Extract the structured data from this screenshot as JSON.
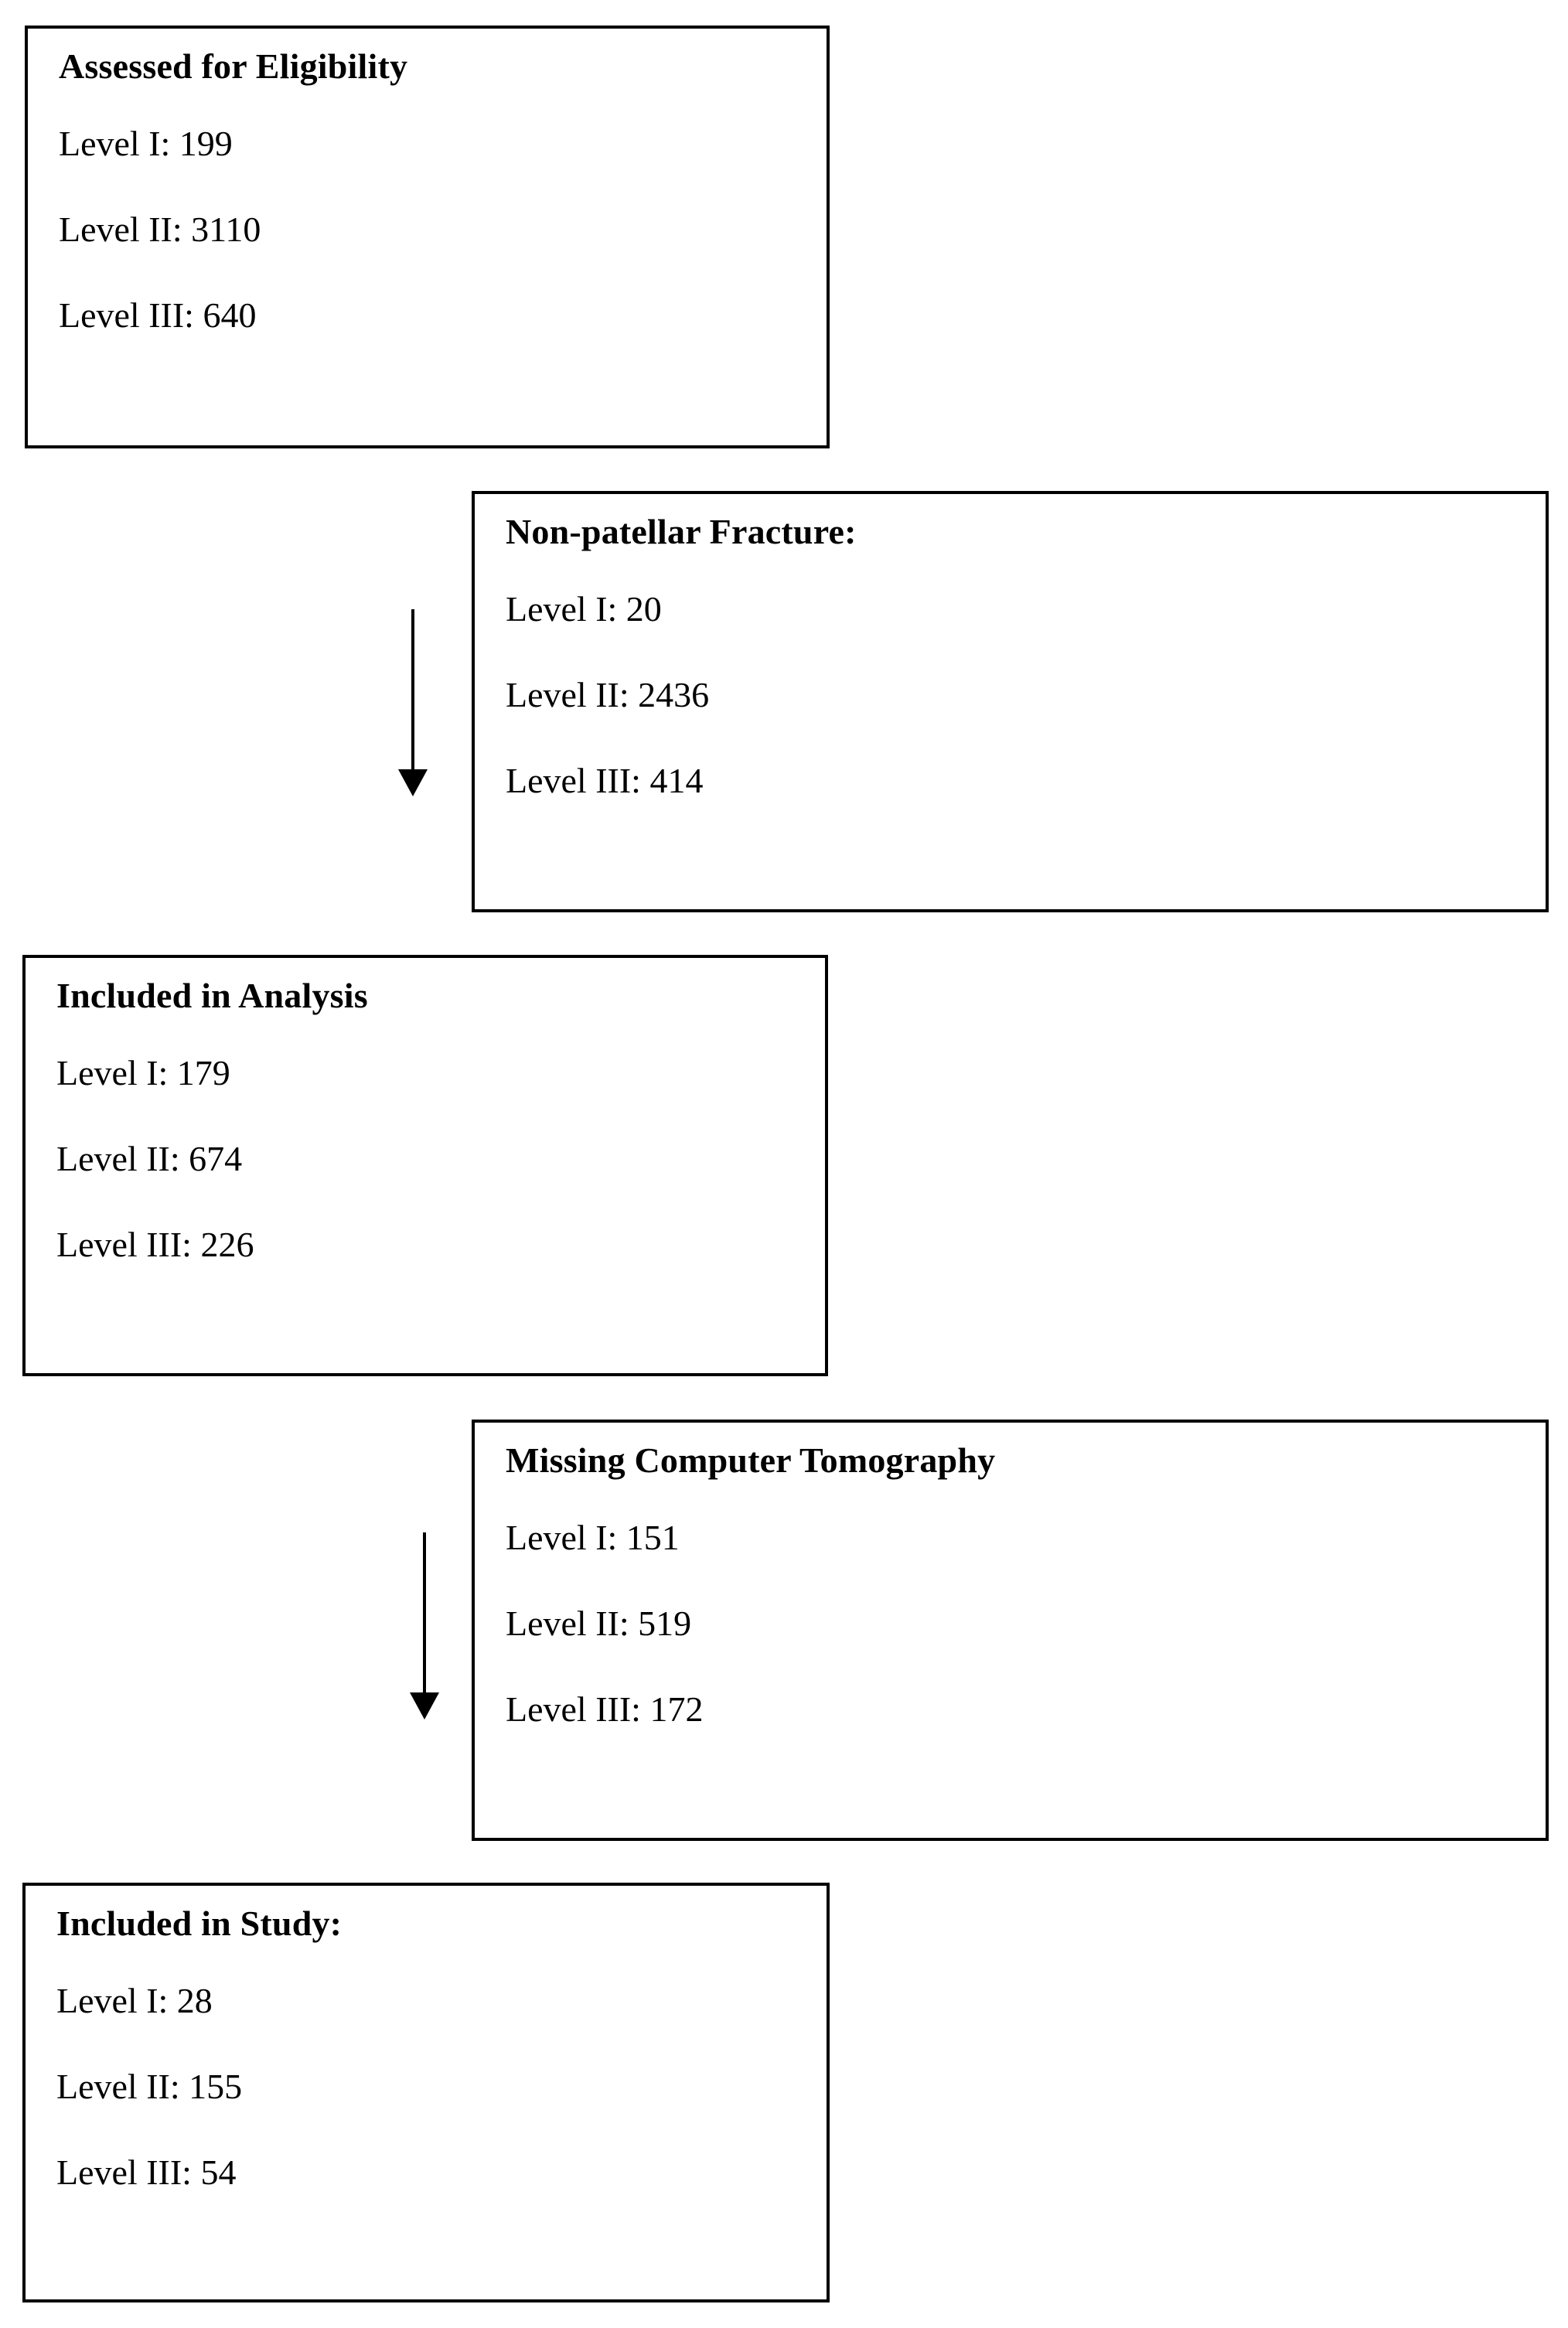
{
  "diagram": {
    "type": "study-flow-diagram",
    "orientation": "vertical",
    "background_color": "#ffffff",
    "stroke_color": "#000000",
    "boxes": [
      {
        "id": "assessed",
        "title": "Assessed for Eligibility",
        "lines": [
          "Level I: 199",
          "Level II: 3110",
          "Level III: 640"
        ]
      },
      {
        "id": "non-patellar",
        "title": "Non-patellar Fracture:",
        "lines": [
          "Level I: 20",
          "Level II: 2436",
          "Level III: 414"
        ]
      },
      {
        "id": "analysis",
        "title": "Included in Analysis",
        "lines": [
          "Level I: 179",
          "Level II: 674",
          "Level III: 226"
        ]
      },
      {
        "id": "missing-ct",
        "title": "Missing Computer Tomography",
        "lines": [
          "Level I: 151",
          "Level II: 519",
          "Level III: 172"
        ]
      },
      {
        "id": "study",
        "title": "Included in Study:",
        "lines": [
          "Level I: 28",
          "Level II: 155",
          "Level III: 54"
        ]
      }
    ],
    "arrows": [
      {
        "id": "arrow-1",
        "direction": "down",
        "from": "assessed",
        "to": "non-patellar"
      },
      {
        "id": "arrow-2",
        "direction": "down",
        "from": "analysis",
        "to": "missing-ct"
      }
    ]
  }
}
